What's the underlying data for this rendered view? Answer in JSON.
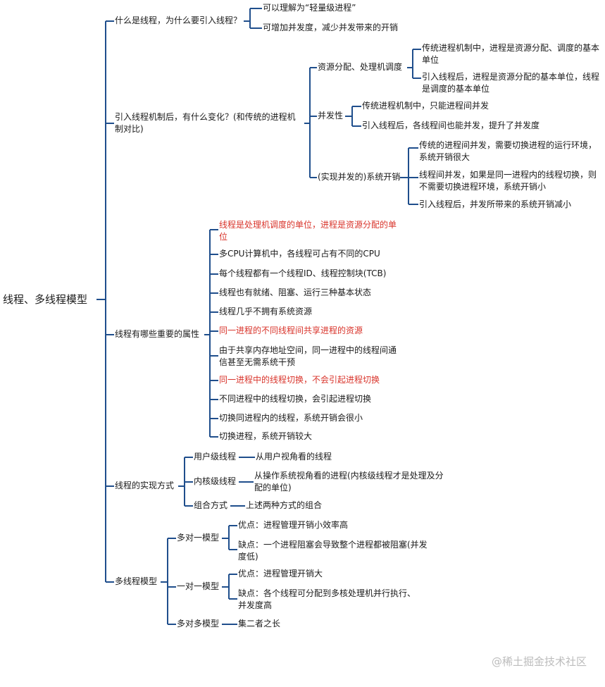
{
  "root": "线程、多线程模型",
  "branches": [
    {
      "label": "什么是线程，为什么要引入线程？",
      "children": [
        "可以理解为“轻量级进程”",
        "可增加并发度，减少并发带来的开销"
      ]
    },
    {
      "label": "引入线程机制后，有什么变化？(和传统的进程机制对比)",
      "children": [
        {
          "label": "资源分配、处理机调度",
          "children": [
            "传统进程机制中，进程是资源分配、调度的基本单位",
            "引入线程后，进程是资源分配的基本单位，线程是调度的基本单位"
          ]
        },
        {
          "label": "并发性",
          "children": [
            "传统进程机制中，只能进程间并发",
            "引入线程后，各线程间也能并发，提升了并发度"
          ]
        },
        {
          "label": "(实现并发的)系统开销",
          "children": [
            "传统的进程间并发，需要切换进程的运行环境，系统开销很大",
            "线程间并发，如果是同一进程内的线程切换，则不需要切换进程环境，系统开销小",
            "引入线程后，并发所带来的系统开销减小"
          ]
        }
      ]
    },
    {
      "label": "线程有哪些重要的属性",
      "children": [
        "线程是处理机调度的单位，进程是资源分配的单位",
        "多CPU计算机中，各线程可占有不同的CPU",
        "每个线程都有一个线程ID、线程控制块(TCB)",
        "线程也有就绪、阻塞、运行三种基本状态",
        "线程几乎不拥有系统资源",
        "同一进程的不同线程间共享进程的资源",
        "由于共享内存地址空间，同一进程中的线程间通信甚至无需系统干预",
        "同一进程中的线程切换，不会引起进程切换",
        "不同进程中的线程切换，会引起进程切换",
        "切换同进程内的线程，系统开销会很小",
        "切换进程，系统开销较大"
      ]
    },
    {
      "label": "线程的实现方式",
      "children": [
        {
          "label": "用户级线程",
          "children": [
            "从用户视角看的线程"
          ]
        },
        {
          "label": "内核级线程",
          "children": [
            "从操作系统视角看的进程(内核级线程才是处理及分配的单位)"
          ]
        },
        {
          "label": "组合方式",
          "children": [
            "上述两种方式的组合"
          ]
        }
      ]
    },
    {
      "label": "多线程模型",
      "children": [
        {
          "label": "多对一模型",
          "children": [
            "优点：进程管理开销小效率高",
            "缺点：一个进程阻塞会导致整个进程都被阻塞(并发度低)"
          ]
        },
        {
          "label": "一对一模型",
          "children": [
            "优点：进程管理开销大",
            "缺点：各个线程可分配到多核处理机并行执行、并发度高"
          ]
        },
        {
          "label": "多对多模型",
          "children": [
            "集二者之长"
          ]
        }
      ]
    }
  ],
  "watermark": "@稀土掘金技术社区",
  "colors": {
    "line": "#1f4e8c",
    "highlight": "#d9342b"
  }
}
